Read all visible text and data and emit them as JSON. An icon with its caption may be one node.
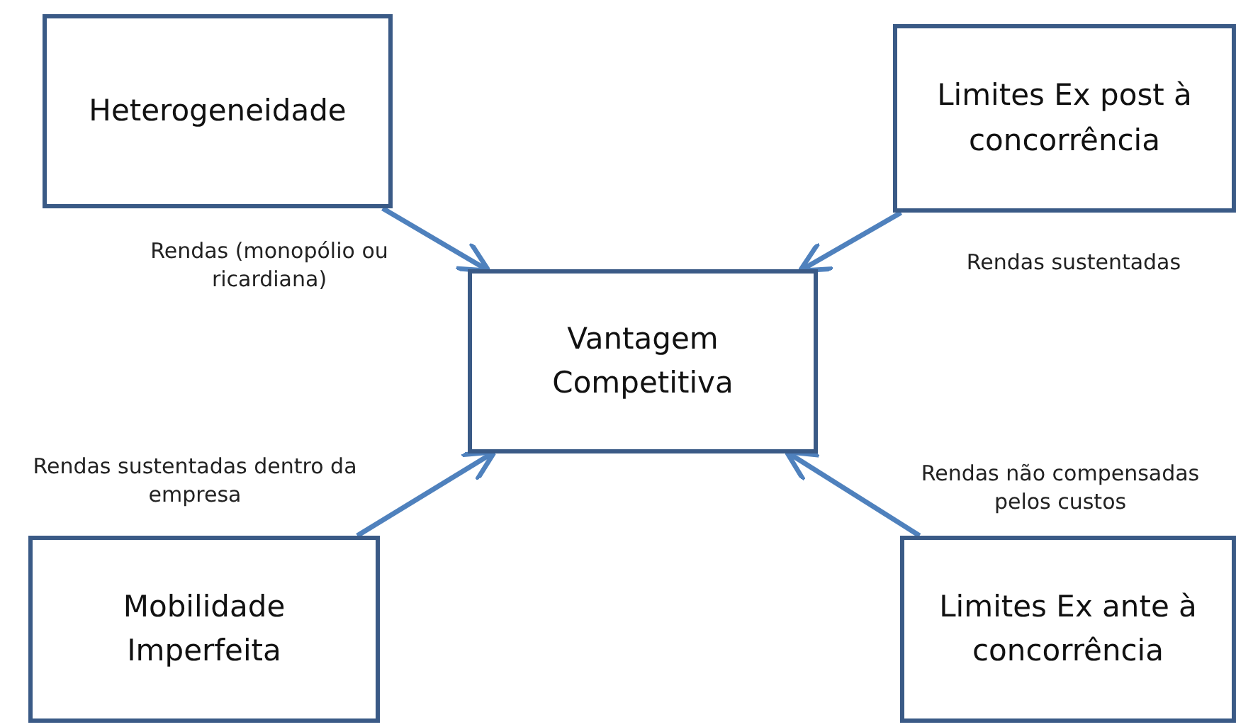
{
  "diagram": {
    "nodes": [
      {
        "text": [
          "Heterogeneidade"
        ],
        "beside": [
          "Rendas (monopólio ou ricardiana)"
        ]
      },
      {
        "text": [
          "Limites Ex post à concorrência"
        ],
        "beside": [
          "Rendas sustentadas"
        ]
      },
      {
        "text": [
          "Vantagem Competitiva"
        ]
      },
      {
        "text": [
          "Mobilidade Imperfeita"
        ],
        "beside": [
          "Rendas sustentadas dentro da empresa"
        ]
      },
      {
        "text": [
          "Limites Ex ante à concorrência"
        ],
        "beside": [
          "Rendas não compensadas pelos custos"
        ]
      }
    ],
    "edges": [
      {
        "from": 0,
        "to": 2,
        "arrow": "to"
      },
      {
        "from": 1,
        "to": 2,
        "arrow": "to"
      },
      {
        "from": 3,
        "to": 2,
        "arrow": "to"
      },
      {
        "from": 4,
        "to": 2,
        "arrow": "to"
      }
    ]
  }
}
